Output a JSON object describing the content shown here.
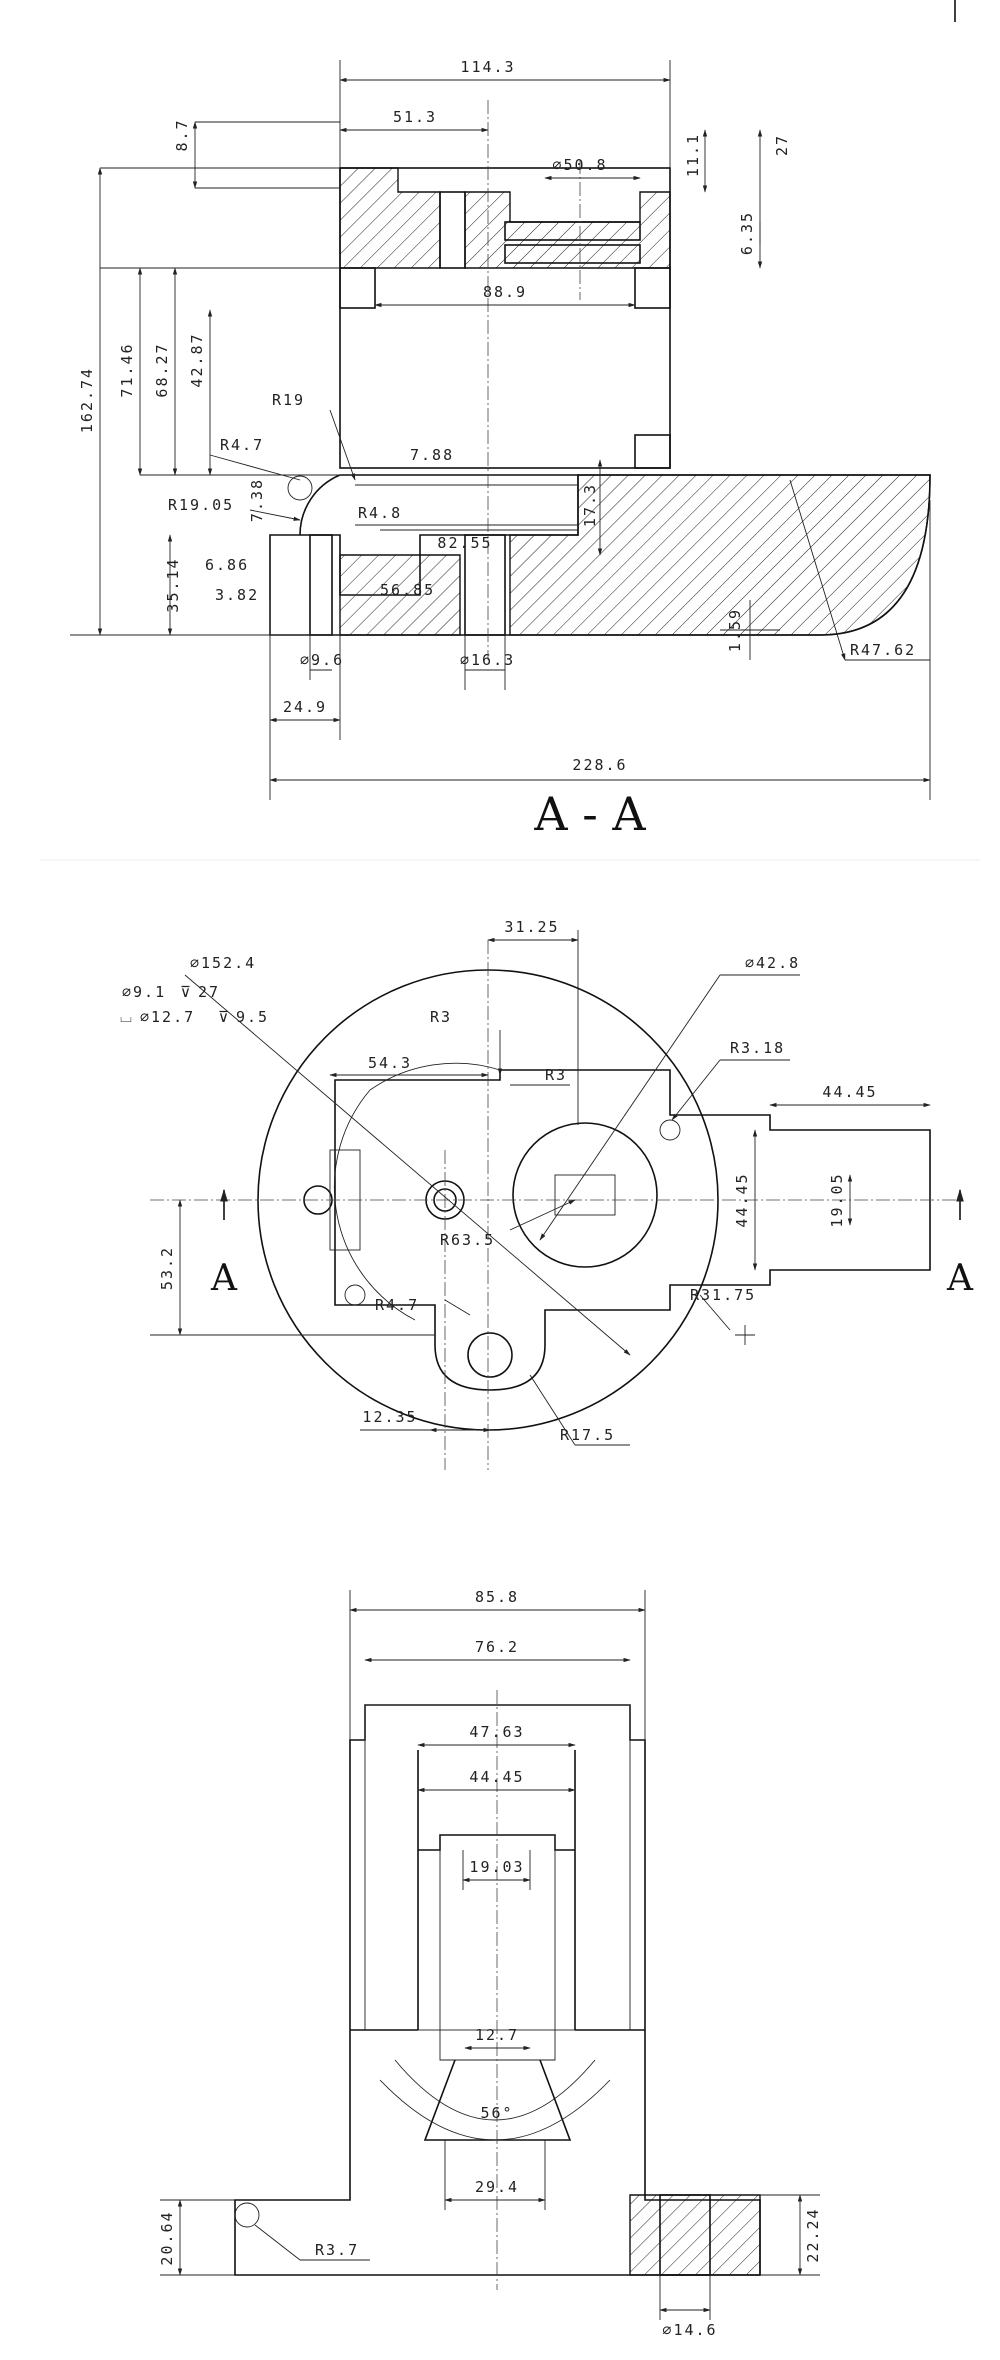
{
  "section_view": {
    "title": "A - A",
    "dims": {
      "d114_3": "114.3",
      "d51_3": "51.3",
      "d8_7": "8.7",
      "d11_1": "11.1",
      "d27": "27",
      "dia50_8": "⌀50.8",
      "d6_35": "6.35",
      "d88_9": "88.9",
      "d162_74": "162.74",
      "d71_46": "71.46",
      "d68_27": "68.27",
      "d42_87": "42.87",
      "r19": "R19",
      "r4_7": "R4.7",
      "d7_88": "7.88",
      "r19_05": "R19.05",
      "d7_38": "7.38",
      "r4_8": "R4.8",
      "d17_3": "17.3",
      "d82_55": "82.55",
      "d35_14": "35.14",
      "d6_86": "6.86",
      "d56_85": "56.85",
      "d3_82": "3.82",
      "dia9_6": "⌀9.6",
      "dia16_3": "⌀16.3",
      "d1_59": "1.59",
      "r47_62": "R47.62",
      "d24_9": "24.9",
      "d228_6": "228.6"
    }
  },
  "top_view": {
    "section_marker": "A",
    "dims": {
      "d31_25": "31.25",
      "dia152_4": "⌀152.4",
      "dia42_8": "⌀42.8",
      "hole_dia": "⌀9.1",
      "hole_depth": "27",
      "cbore_dia": "⌀12.7",
      "cbore_depth": "9.5",
      "r3_a": "R3",
      "r3_b": "R3",
      "d54_3": "54.3",
      "r3_18": "R3.18",
      "d44_45_h": "44.45",
      "d44_45_v": "44.45",
      "d19_05": "19.05",
      "d53_2": "53.2",
      "r63_5": "R63.5",
      "r4_7": "R4.7",
      "r31_75": "R31.75",
      "d12_35": "12.35",
      "r17_5": "R17.5"
    }
  },
  "front_view": {
    "dims": {
      "d85_8": "85.8",
      "d76_2": "76.2",
      "d47_63": "47.63",
      "d44_45": "44.45",
      "d19_03": "19.03",
      "d12_7": "12.7",
      "a56": "56°",
      "d29_4": "29.4",
      "d20_64": "20.64",
      "r3_7": "R3.7",
      "d22_24": "22.24",
      "dia14_6": "⌀14.6"
    }
  }
}
